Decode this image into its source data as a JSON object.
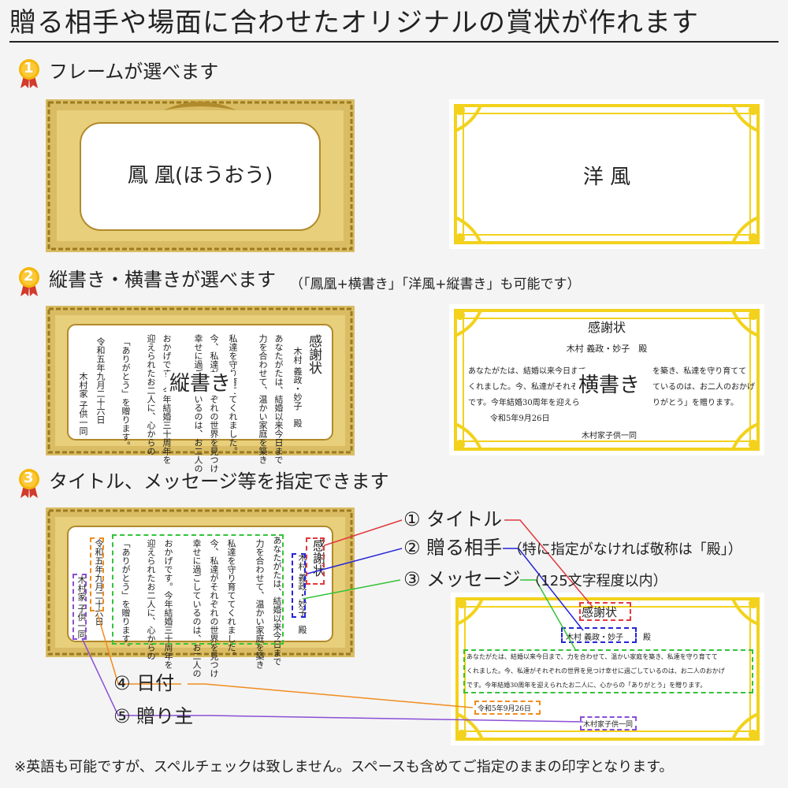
{
  "header": {
    "title": "贈る相手や場面に合わせたオリジナルの賞状が作れます"
  },
  "sections": [
    {
      "number": "1",
      "heading": "フレームが選べます",
      "note": ""
    },
    {
      "number": "2",
      "heading": "縦書き・横書きが選べます",
      "note": "（「鳳凰+横書き」「洋風+縦書き」も可能です）"
    },
    {
      "number": "3",
      "heading": "タイトル、メッセージ等を指定できます",
      "note": ""
    }
  ],
  "frames": {
    "phoenix_label": "鳳 凰(ほうおう)",
    "western_label": "洋 風"
  },
  "vertical_sample": {
    "label": "縦書き",
    "title": "感謝状",
    "recipient": "木村 義政・妙子　殿",
    "lines": [
      "あなたがたは、結婚以来今日まで",
      "力を合わせて、温かい家庭を築き",
      "私達を守り育ててくれました。",
      "今、私達がそれぞれの世界を見つけ",
      "幸せに過ごしているのは、お二人の",
      "おかげです。今年結婚三十周年を",
      "迎えられたお二人に、心からの",
      "「ありがとう」を贈ります。"
    ],
    "date": "令和五年九月二十六日",
    "sender": "木村家 子供一同"
  },
  "horizontal_sample": {
    "label": "横書き",
    "title": "感謝状",
    "recipient": "木村 義政・妙子　殿",
    "line1a": "あなたがたは、結婚以来今日まで",
    "line1b": "を築き、私達を守り育てて",
    "line2a": "くれました。今、私達がそれぞ",
    "line2b": "ているのは、お二人のおかげ",
    "line3a": "です。今年結婚30周年を迎えら",
    "line3b": "りがとう」を贈ります。",
    "date": "令和5年9月26日",
    "sender": "木村家子供一同"
  },
  "detail_sample": {
    "title": "感謝状",
    "recipient": "木村 義政・妙子",
    "honorific": "殿",
    "message": [
      "あなたがたは、結婚以来今日まで、力を合わせて、温かい家庭を築き、私達を守り育てて",
      "くれました。今、私達がそれぞれの世界を見つけ幸せに過ごしているのは、お二人のおかげ",
      "です。今年結婚30周年を迎えられたお二人に、心からの「ありがとう」を贈ります。"
    ],
    "date": "令和5年9月26日",
    "sender": "木村家子供一同"
  },
  "callouts": [
    {
      "label": "① タイトル",
      "note": "",
      "color": "#e0393e"
    },
    {
      "label": "② 贈る相手",
      "note": "（特に指定がなければ敬称は「殿」）",
      "color": "#2424d8"
    },
    {
      "label": "③ メッセージ",
      "note": "（125文字程度以内）",
      "color": "#35c23a"
    },
    {
      "label": "④ 日付",
      "note": "",
      "color": "#f08c1e"
    },
    {
      "label": "⑤ 贈り主",
      "note": "",
      "color": "#8a4fd6"
    }
  ],
  "footnote": "※英語も可能ですが、スペルチェックは致しません。スペースも含めてご指定のままの印字となります。",
  "colors": {
    "gold": "#c9a537",
    "yellow": "#f2d21c",
    "medal": "#f5b70a",
    "ribbon": "#d23a2c"
  }
}
